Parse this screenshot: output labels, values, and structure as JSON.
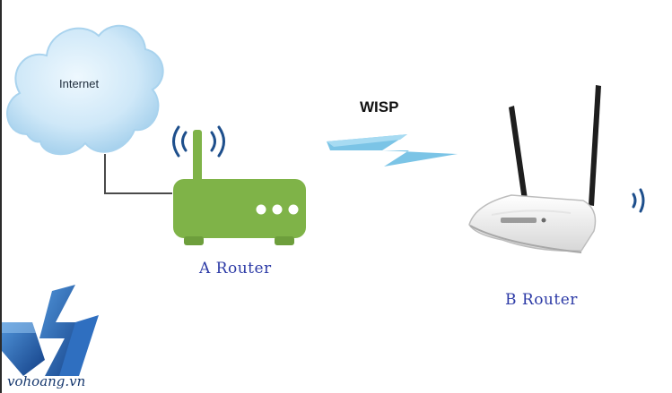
{
  "internet_label": "Internet",
  "link_label": "WISP",
  "router_a_label": "A Router",
  "router_b_label": "B Router",
  "watermark_text": "vohoang.vn",
  "colors": {
    "cloud": "#bfe0f5",
    "router_a": "#7fb348",
    "wifi_waves": "#1e4f8c",
    "lightning": "#7bc4e6",
    "label_text": "#2c3aa6",
    "logo": "#1e5aa8"
  },
  "icons": [
    "cloud-icon",
    "wifi-signal-icon",
    "router-icon",
    "lightning-link-icon",
    "logo-icon"
  ]
}
